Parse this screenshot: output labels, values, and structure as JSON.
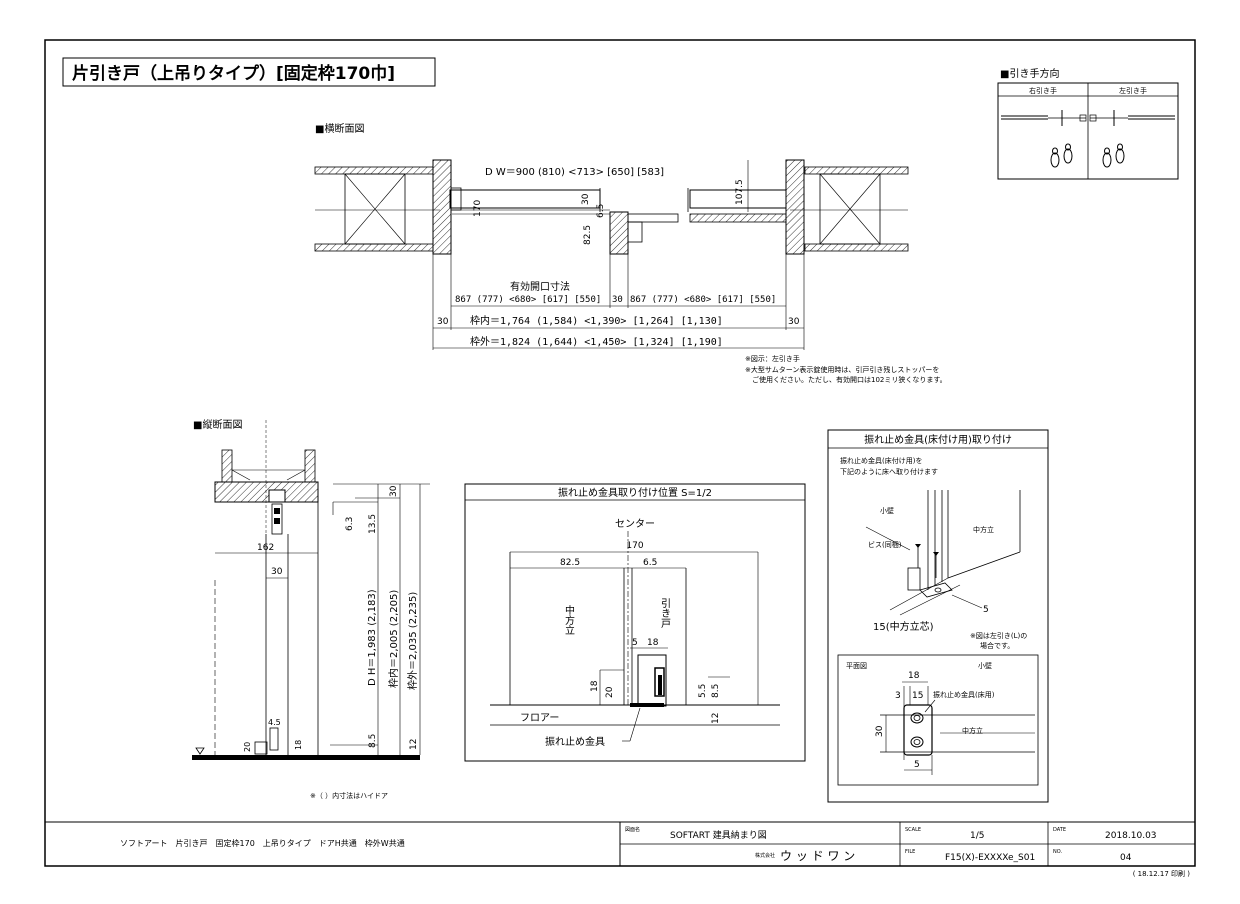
{
  "title": "片引き戸（上吊りタイプ）[固定枠170巾]",
  "handle_direction": {
    "heading": "■引き手方向",
    "right_label": "右引き手",
    "left_label": "左引き手"
  },
  "horizontal_section": {
    "heading": "■横断面図",
    "dw": "D W＝900 (810) <713> [650] [583]",
    "dim_170": "170",
    "dim_30": "30",
    "dim_6_5": "6.5",
    "dim_82_5": "82.5",
    "dim_107_5": "107.5",
    "effective_opening_label": "有効開口寸法",
    "effective_left": "867 (777) <680> [617] [550]",
    "effective_mid": "30",
    "effective_right": "867 (777) <680> [617] [550]",
    "frame_inner": "枠内＝1,764 (1,584) <1,390> [1,264] [1,130]",
    "frame_inner_left": "30",
    "frame_inner_right": "30",
    "frame_outer": "枠外＝1,824 (1,644) <1,450> [1,324] [1,190]"
  },
  "notes": [
    "※図示：左引き手",
    "※大型サムターン表示錠使用時は、引戸引き残しストッパーを",
    "ご使用ください。ただし、有効開口は102ミリ狭くなります。"
  ],
  "vertical_section": {
    "heading": "■縦断面図",
    "dim_162": "162",
    "dim_30_top": "30",
    "dim_30": "30",
    "dim_6_3": "6.3",
    "dim_13_5": "13.5",
    "dh": "D H＝1,983 (2,183)",
    "frame_inner": "枠内＝2,005 (2,205)",
    "frame_outer": "枠外＝2,035 (2,235)",
    "dim_8_5": "8.5",
    "dim_12": "12",
    "dim_4_5": "4.5",
    "dim_20": "20",
    "dim_18": "18",
    "note": "※（ ）内寸法はハイドア"
  },
  "stopper_position": {
    "heading": "振れ止め金具取り付け位置 S=1/2",
    "center": "センター",
    "dim_170": "170",
    "dim_82_5": "82.5",
    "dim_6_5": "6.5",
    "post_label": "中方立",
    "door_label": "引き戸",
    "dim_5": "5",
    "dim_18": "18",
    "dim_18_side": "18",
    "dim_20": "20",
    "dim_5_5": "5.5",
    "dim_8_5": "8.5",
    "dim_12": "12",
    "floor_label": "フロアー",
    "fitting_label": "振れ止め金具"
  },
  "stopper_install": {
    "heading": "振れ止め金具(床付け用)取り付け",
    "desc_line1": "振れ止め金具(床付け用)を",
    "desc_line2": "下記のように床へ取り付けます",
    "wall_label": "小壁",
    "screw_label": "ビス(同梱)",
    "post_label": "中方立",
    "dim_5": "5",
    "center_label": "15(中方立芯)",
    "note_line1": "※図は左引き(L)の",
    "note_line2": "場合です。",
    "plan_heading": "平面図",
    "plan_wall": "小壁",
    "plan_18": "18",
    "plan_3": "3",
    "plan_15": "15",
    "plan_fitting": "振れ止め金具(床用)",
    "plan_30": "30",
    "plan_post": "中方立",
    "plan_5": "5"
  },
  "title_block": {
    "description": "ソフトアート　片引き戸　固定枠170　上吊りタイプ　ドアH共通　枠外W共通",
    "name_label": "図面名",
    "name": "SOFTART 建具納まり図",
    "company_prefix": "株式会社",
    "company": "ウ ッ ド ワ ン",
    "scale_label": "SCALE",
    "scale": "1/5",
    "file_label": "FILE",
    "file": "F15(X)-EXXXXe_S01",
    "date_label": "DATE",
    "date": "2018.10.03",
    "no_label": "NO.",
    "no": "04",
    "print_note": "( 18.12.17 印刷 )"
  }
}
